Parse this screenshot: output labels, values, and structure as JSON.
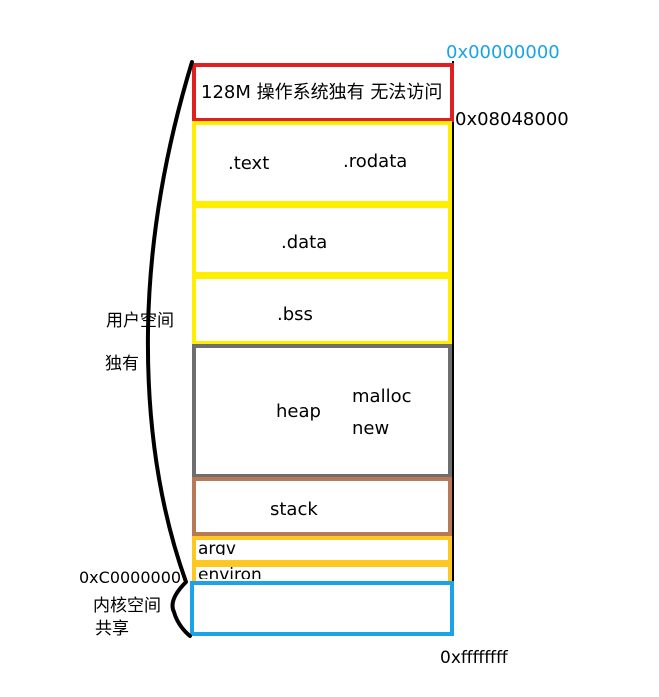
{
  "colors": {
    "os_reserved": "#e02020",
    "text_data_bss": "#ffee00",
    "heap": "#6e6e6e",
    "stack": "#b87a56",
    "argv_environ": "#ffc820",
    "kernel": "#1aa3e8",
    "addr_start": "#1aa3e8",
    "outline": "#000000"
  },
  "addresses": {
    "start": "0x00000000",
    "text_start": "0x08048000",
    "kernel_start": "0xC0000000",
    "end": "0xffffffff"
  },
  "segments": {
    "os_reserved": "128M  操作系统独有 无法访问",
    "text": ".text",
    "rodata": ".rodata",
    "data": ".data",
    "bss": ".bss",
    "heap": "heap",
    "malloc": "malloc",
    "new": "new",
    "stack": "stack",
    "argv": "argv",
    "environ": "environ"
  },
  "labels": {
    "user_space": "用户空间",
    "user_exclusive": "独有",
    "kernel_space": "内核空间",
    "kernel_shared": "共享"
  }
}
